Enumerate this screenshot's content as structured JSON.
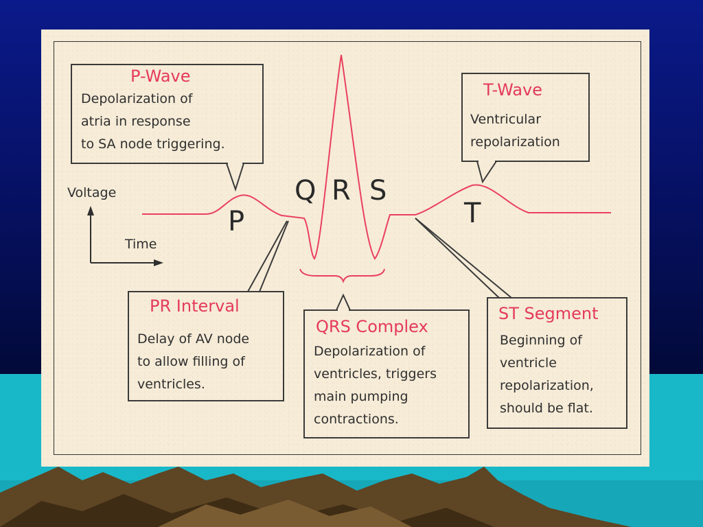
{
  "waves": {
    "p": "P",
    "q": "Q",
    "r": "R",
    "s": "S",
    "t": "T"
  },
  "axes": {
    "y_label": "Voltage",
    "x_label": "Time"
  },
  "callouts": {
    "p_wave": {
      "title": "P-Wave",
      "lines": [
        "Depolarization of",
        "atria in response",
        "to SA node triggering."
      ]
    },
    "t_wave": {
      "title": "T-Wave",
      "lines": [
        "Ventricular",
        "repolarization"
      ]
    },
    "pr_interval": {
      "title": "PR  Interval",
      "lines": [
        "Delay of AV node",
        "to allow filling of",
        "ventricles."
      ]
    },
    "qrs_complex": {
      "title": "QRS Complex",
      "lines": [
        "Depolarization of",
        "ventricles, triggers",
        "main pumping",
        "contractions."
      ]
    },
    "st_segment": {
      "title": "ST Segment",
      "lines": [
        "Beginning of",
        "ventricle",
        "repolarization,",
        "should be flat."
      ]
    }
  },
  "colors": {
    "trace": "#ea3f5e",
    "title_text": "#e43a5c",
    "body_text": "#2f2f2f",
    "panel": "#f6ecd8",
    "sea": "#19b8c8",
    "mountain": "#5e4524"
  }
}
